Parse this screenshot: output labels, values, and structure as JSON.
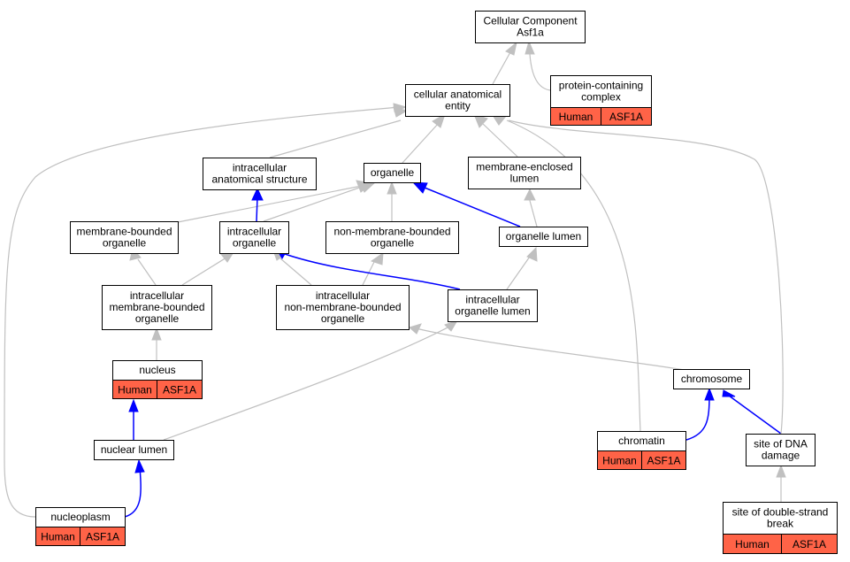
{
  "colors": {
    "is_a_edge": "#c0c0c0",
    "part_of_edge": "#0000ff",
    "annotation_fill": "#ff6347",
    "node_fill": "#ffffff",
    "node_border": "#000000"
  },
  "nodes": {
    "root": [
      "Cellular Component",
      "Asf1a"
    ],
    "protein_containing_complex": [
      "protein-containing",
      "complex"
    ],
    "cellular_anatomical_entity": [
      "cellular anatomical",
      "entity"
    ],
    "intracellular_anatomical_structure": [
      "intracellular",
      "anatomical structure"
    ],
    "organelle": [
      "organelle"
    ],
    "membrane_enclosed_lumen": [
      "membrane-enclosed",
      "lumen"
    ],
    "membrane_bounded_organelle": [
      "membrane-bounded",
      "organelle"
    ],
    "intracellular_organelle": [
      "intracellular",
      "organelle"
    ],
    "non_membrane_bounded_organelle": [
      "non-membrane-bounded",
      "organelle"
    ],
    "organelle_lumen": [
      "organelle lumen"
    ],
    "intracellular_membrane_bounded_organelle": [
      "intracellular",
      "membrane-bounded",
      "organelle"
    ],
    "intracellular_non_membrane_bounded_organelle": [
      "intracellular",
      "non-membrane-bounded",
      "organelle"
    ],
    "intracellular_organelle_lumen": [
      "intracellular",
      "organelle lumen"
    ],
    "nucleus": [
      "nucleus"
    ],
    "chromosome": [
      "chromosome"
    ],
    "nuclear_lumen": [
      "nuclear lumen"
    ],
    "chromatin": [
      "chromatin"
    ],
    "site_of_dna_damage": [
      "site of DNA",
      "damage"
    ],
    "nucleoplasm": [
      "nucleoplasm"
    ],
    "site_of_double_strand_break": [
      "site of double-strand",
      "break"
    ]
  },
  "annotations": {
    "protein_containing_complex": [
      "Human",
      "ASF1A"
    ],
    "nucleus": [
      "Human",
      "ASF1A"
    ],
    "chromatin": [
      "Human",
      "ASF1A"
    ],
    "nucleoplasm": [
      "Human",
      "ASF1A"
    ],
    "site_of_double_strand_break": [
      "Human",
      "ASF1A"
    ]
  },
  "edges": [
    {
      "from": "cellular_anatomical_entity",
      "to": "root",
      "type": "is_a"
    },
    {
      "from": "protein_containing_complex",
      "to": "root",
      "type": "is_a"
    },
    {
      "from": "intracellular_anatomical_structure",
      "to": "cellular_anatomical_entity",
      "type": "is_a"
    },
    {
      "from": "organelle",
      "to": "cellular_anatomical_entity",
      "type": "is_a"
    },
    {
      "from": "membrane_enclosed_lumen",
      "to": "cellular_anatomical_entity",
      "type": "is_a"
    },
    {
      "from": "membrane_bounded_organelle",
      "to": "organelle",
      "type": "is_a"
    },
    {
      "from": "intracellular_organelle",
      "to": "organelle",
      "type": "is_a"
    },
    {
      "from": "non_membrane_bounded_organelle",
      "to": "organelle",
      "type": "is_a"
    },
    {
      "from": "intracellular_organelle",
      "to": "intracellular_anatomical_structure",
      "type": "part_of"
    },
    {
      "from": "organelle_lumen",
      "to": "organelle",
      "type": "part_of"
    },
    {
      "from": "organelle_lumen",
      "to": "membrane_enclosed_lumen",
      "type": "is_a"
    },
    {
      "from": "intracellular_membrane_bounded_organelle",
      "to": "membrane_bounded_organelle",
      "type": "is_a"
    },
    {
      "from": "intracellular_membrane_bounded_organelle",
      "to": "intracellular_organelle",
      "type": "is_a"
    },
    {
      "from": "intracellular_non_membrane_bounded_organelle",
      "to": "intracellular_organelle",
      "type": "is_a"
    },
    {
      "from": "intracellular_non_membrane_bounded_organelle",
      "to": "non_membrane_bounded_organelle",
      "type": "is_a"
    },
    {
      "from": "intracellular_organelle_lumen",
      "to": "intracellular_organelle",
      "type": "part_of"
    },
    {
      "from": "intracellular_organelle_lumen",
      "to": "organelle_lumen",
      "type": "is_a"
    },
    {
      "from": "nucleus",
      "to": "intracellular_membrane_bounded_organelle",
      "type": "is_a"
    },
    {
      "from": "chromosome",
      "to": "intracellular_non_membrane_bounded_organelle",
      "type": "is_a"
    },
    {
      "from": "nuclear_lumen",
      "to": "nucleus",
      "type": "part_of"
    },
    {
      "from": "nuclear_lumen",
      "to": "intracellular_organelle_lumen",
      "type": "is_a"
    },
    {
      "from": "chromatin",
      "to": "chromosome",
      "type": "part_of"
    },
    {
      "from": "chromatin",
      "to": "cellular_anatomical_entity",
      "type": "is_a"
    },
    {
      "from": "site_of_dna_damage",
      "to": "chromosome",
      "type": "part_of"
    },
    {
      "from": "site_of_dna_damage",
      "to": "cellular_anatomical_entity",
      "type": "is_a"
    },
    {
      "from": "nucleoplasm",
      "to": "nuclear_lumen",
      "type": "part_of"
    },
    {
      "from": "nucleoplasm",
      "to": "cellular_anatomical_entity",
      "type": "is_a"
    },
    {
      "from": "site_of_double_strand_break",
      "to": "site_of_dna_damage",
      "type": "is_a"
    }
  ]
}
